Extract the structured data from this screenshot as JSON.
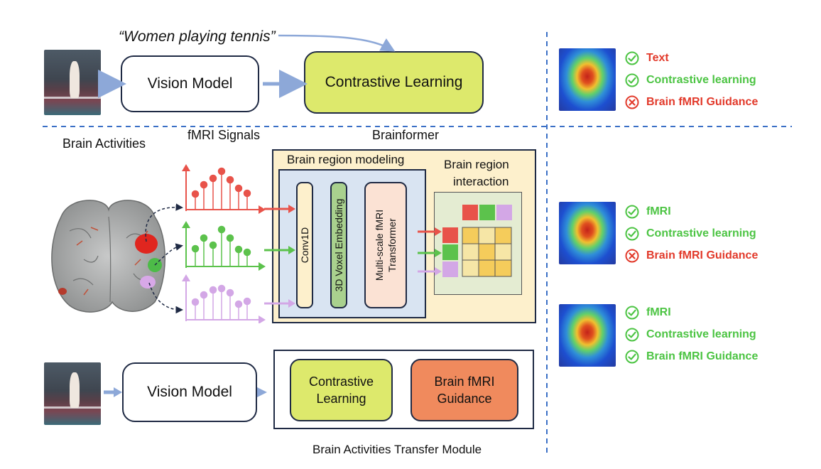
{
  "top": {
    "caption": "“Women playing tennis”",
    "vision_model": "Vision Model",
    "contrastive": "Contrastive Learning"
  },
  "middle": {
    "brain_activities": "Brain Activities",
    "fmri_signals": "fMRI Signals",
    "brainformer": "Brainformer",
    "region_modeling": "Brain region modeling",
    "region_interaction_1": "Brain region",
    "region_interaction_2": "interaction",
    "conv1d": "Conv1D",
    "voxel": "3D Voxel Embedding",
    "transformer_1": "Multi-scale fMRI",
    "transformer_2": "Transformer"
  },
  "bottom": {
    "vision_model": "Vision Model",
    "contrastive_1": "Contrastive",
    "contrastive_2": "Learning",
    "guidance_1": "Brain fMRI",
    "guidance_2": "Guidance",
    "module": "Brain Activities Transfer Module"
  },
  "results": [
    {
      "items": [
        {
          "label": "Text",
          "ok": true,
          "color": "red"
        },
        {
          "label": "Contrastive learning",
          "ok": true,
          "color": "green"
        },
        {
          "label": "Brain fMRI Guidance",
          "ok": false,
          "color": "red"
        }
      ]
    },
    {
      "items": [
        {
          "label": "fMRI",
          "ok": true,
          "color": "green"
        },
        {
          "label": "Contrastive learning",
          "ok": true,
          "color": "green"
        },
        {
          "label": "Brain fMRI Guidance",
          "ok": false,
          "color": "red"
        }
      ]
    },
    {
      "items": [
        {
          "label": "fMRI",
          "ok": true,
          "color": "green"
        },
        {
          "label": "Contrastive learning",
          "ok": true,
          "color": "green"
        },
        {
          "label": "Brain fMRI Guidance",
          "ok": true,
          "color": "green"
        }
      ]
    }
  ],
  "colors": {
    "signal_red": "#e8534a",
    "signal_green": "#5cc24c",
    "signal_purple": "#d3a7e6",
    "arrow_blue": "#8da8d8",
    "divider": "#3a6fc6",
    "contrastive": "#dde96c",
    "guidance": "#f08a5d"
  },
  "icons": [
    "check-circle-icon",
    "cross-circle-icon"
  ]
}
